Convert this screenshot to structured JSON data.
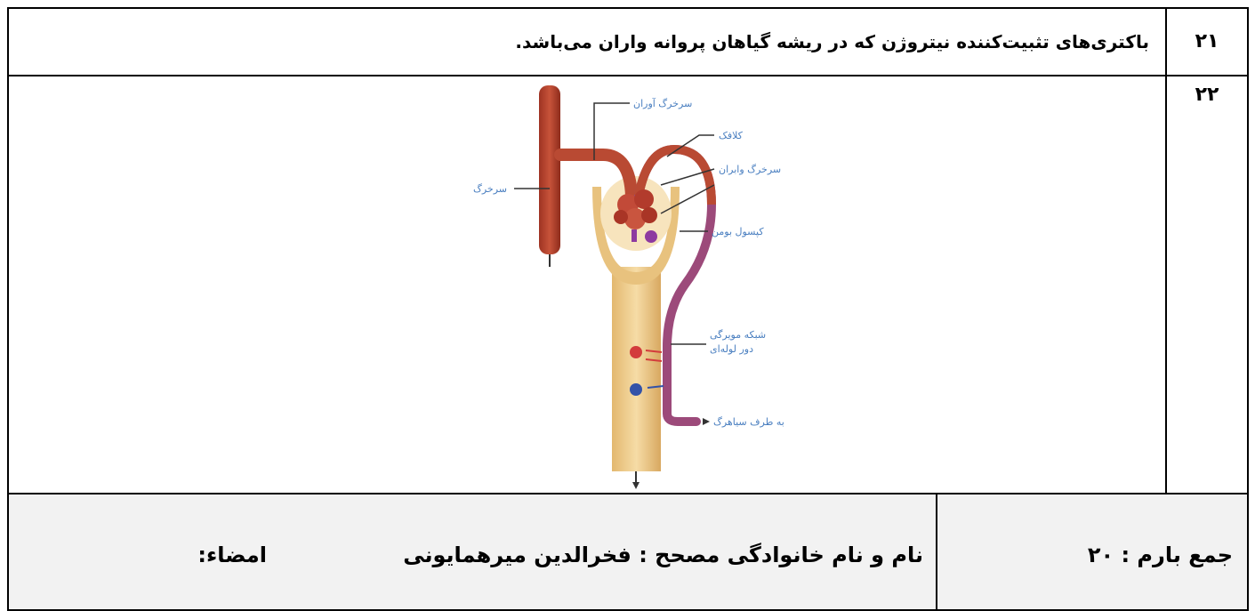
{
  "rows": [
    {
      "number": "۲۱",
      "text": "باکتری‌های تثبیت‌کننده نیتروژن که در ریشه گیاهان پروانه واران می‌باشد."
    },
    {
      "number": "۲۲"
    }
  ],
  "diagram": {
    "labels": {
      "afferent": "سرخرگ آوران",
      "glomerulus": "کلافک",
      "efferent": "سرخرگ وابران",
      "capsule": "کپسول بومن",
      "artery": "سرخرگ",
      "capillary_line1": "شبکه مویرگی",
      "capillary_line2": "دور لوله‌ای",
      "to_vein": "به طرف سیاهرگ"
    }
  },
  "footer": {
    "total": "جمع بارم : ۲۰",
    "corrector": "نام و نام خانوادگی مصحح : فخرالدین میرهمایونی",
    "signature": "امضاء:"
  }
}
